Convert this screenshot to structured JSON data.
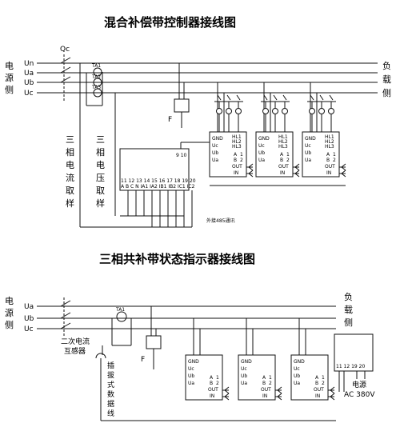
{
  "diagram1": {
    "title": "混合补偿带控制器接线图",
    "breaker": "Qc",
    "source_side": [
      "电",
      "源",
      "侧"
    ],
    "load_side": [
      "负",
      "载",
      "侧"
    ],
    "lines": [
      "Un",
      "Ua",
      "Ub",
      "Uc"
    ],
    "ct_labels": [
      "TA1",
      "TA2",
      "TA3"
    ],
    "current_sample": [
      "三",
      "相",
      "电",
      "流",
      "取",
      "样"
    ],
    "voltage_sample": [
      "三",
      "相",
      "电",
      "压",
      "取",
      "样"
    ],
    "fuse": "F",
    "controller_terminals_top": "9 10",
    "controller_terminals_bottom": "11 12 13 14 15 16 17 18 19 20",
    "controller_terminals_bottom_labels": "A B C N IA1 IA2 IB1 IB2 IC1 IC2",
    "rs485_label": "外接485通讯",
    "module_pins_left": [
      "GND",
      "Uc",
      "Ub",
      "Ua"
    ],
    "module_pins_right_top": [
      "HL1",
      "HL2",
      "HL3"
    ],
    "module_pins_right": [
      "A",
      "B",
      "OUT",
      "IN"
    ],
    "module_pin_numbers": [
      "1",
      "2"
    ]
  },
  "diagram2": {
    "title": "三相共补带状态指示器接线图",
    "source_side": [
      "电",
      "源",
      "侧"
    ],
    "load_side": [
      "负",
      "载",
      "侧"
    ],
    "lines": [
      "Ua",
      "Ub",
      "Uc"
    ],
    "ct_label": "TA1",
    "ct_secondary": "二次电流",
    "ct_secondary2": "互感器",
    "plug_line": [
      "插",
      "拔",
      "式",
      "数",
      "据",
      "线"
    ],
    "fuse": "F",
    "module_pins_left": [
      "GND",
      "Uc",
      "Ub",
      "Ua"
    ],
    "module_pins_right": [
      "A",
      "B",
      "OUT",
      "IN"
    ],
    "module_pin_numbers": [
      "1",
      "2"
    ],
    "indicator_terminals": "11 12  19  20",
    "power_label": "电源",
    "power_value": "AC 380V"
  }
}
